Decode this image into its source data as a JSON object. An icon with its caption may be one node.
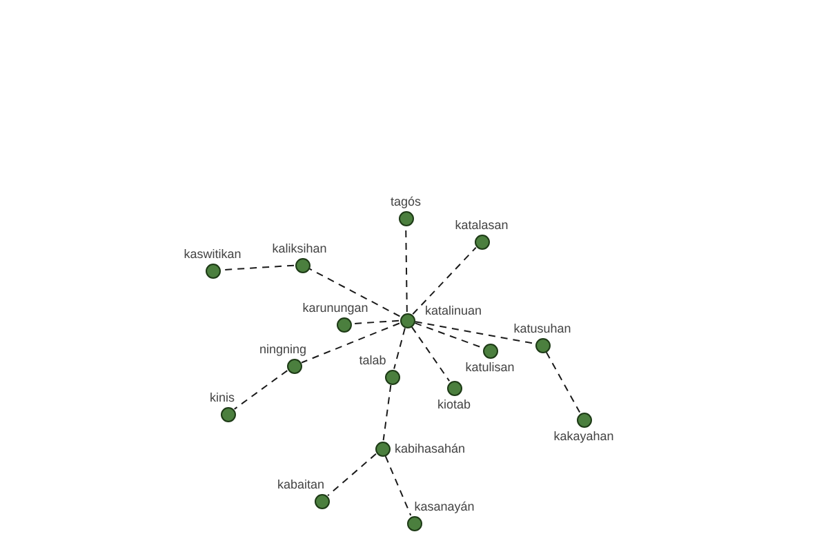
{
  "diagram": {
    "nodes": [
      {
        "text": [],
        "shape": "circle",
        "beside": [
          "tagós"
        ]
      },
      {
        "text": [],
        "shape": "circle",
        "beside": [
          "katalasan"
        ]
      },
      {
        "text": [],
        "shape": "circle",
        "beside": [
          "kaswitikan"
        ]
      },
      {
        "text": [],
        "shape": "circle",
        "beside": [
          "kaliksihan"
        ]
      },
      {
        "text": [],
        "shape": "circle",
        "beside": [
          "karunungan"
        ]
      },
      {
        "text": [],
        "shape": "circle",
        "beside": [
          "katalinuan"
        ]
      },
      {
        "text": [],
        "shape": "circle",
        "beside": [
          "katulisan"
        ]
      },
      {
        "text": [],
        "shape": "circle",
        "beside": [
          "katusuhan"
        ]
      },
      {
        "text": [],
        "shape": "circle",
        "beside": [
          "ningning"
        ]
      },
      {
        "text": [],
        "shape": "circle",
        "beside": [
          "talab"
        ]
      },
      {
        "text": [],
        "shape": "circle",
        "beside": [
          "kiotab"
        ]
      },
      {
        "text": [],
        "shape": "circle",
        "beside": [
          "kinis"
        ]
      },
      {
        "text": [],
        "shape": "circle",
        "beside": [
          "kakayahan"
        ]
      },
      {
        "text": [],
        "shape": "circle",
        "beside": [
          "kabihasahán"
        ]
      },
      {
        "text": [],
        "shape": "circle",
        "beside": [
          "kabaitan"
        ]
      },
      {
        "text": [],
        "shape": "circle",
        "beside": [
          "kasanayán"
        ]
      }
    ],
    "edges": [
      {
        "from": 5,
        "to": 0,
        "arrow": "none",
        "style": "dashed"
      },
      {
        "from": 5,
        "to": 1,
        "arrow": "none",
        "style": "dashed"
      },
      {
        "from": 5,
        "to": 3,
        "arrow": "none",
        "style": "dashed"
      },
      {
        "from": 3,
        "to": 2,
        "arrow": "none",
        "style": "dashed"
      },
      {
        "from": 5,
        "to": 4,
        "arrow": "none",
        "style": "dashed"
      },
      {
        "from": 5,
        "to": 8,
        "arrow": "none",
        "style": "dashed"
      },
      {
        "from": 8,
        "to": 11,
        "arrow": "none",
        "style": "dashed"
      },
      {
        "from": 5,
        "to": 9,
        "arrow": "none",
        "style": "dashed"
      },
      {
        "from": 9,
        "to": 13,
        "arrow": "none",
        "style": "dashed"
      },
      {
        "from": 13,
        "to": 14,
        "arrow": "none",
        "style": "dashed"
      },
      {
        "from": 13,
        "to": 15,
        "arrow": "none",
        "style": "dashed"
      },
      {
        "from": 5,
        "to": 10,
        "arrow": "none",
        "style": "dashed"
      },
      {
        "from": 5,
        "to": 6,
        "arrow": "none",
        "style": "dashed"
      },
      {
        "from": 5,
        "to": 7,
        "arrow": "none",
        "style": "dashed"
      },
      {
        "from": 7,
        "to": 12,
        "arrow": "none",
        "style": "dashed"
      }
    ]
  }
}
